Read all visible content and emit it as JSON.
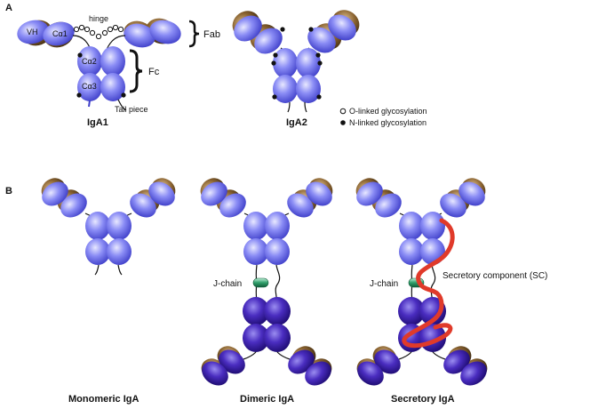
{
  "panels": {
    "a": "A",
    "b": "B"
  },
  "panel_a": {
    "domains": {
      "vh": "VH",
      "ca1": "Cα1",
      "ca2": "Cα2",
      "ca3": "Cα3"
    },
    "hinge": "hinge",
    "fab": "Fab",
    "fc": "Fc",
    "tail_piece": "Tail piece",
    "iga1": "IgA1",
    "iga2": "IgA2",
    "legend": {
      "o_linked": "O-linked glycosylation",
      "n_linked": "N-linked glycosylation"
    }
  },
  "panel_b": {
    "monomeric": "Monomeric IgA",
    "dimeric": "Dimeric IgA",
    "secretory": "Secretory IgA",
    "j_chain_dimeric": "J-chain",
    "j_chain_secretory": "J-chain",
    "secretory_component": "Secretory component (SC)"
  },
  "colors": {
    "light_domain": "#7b7df0",
    "dark_domain": "#3a1fb0",
    "light_chain_brown": "#6b4a1e",
    "secretory_component": "#e03a2a",
    "j_chain": "#2f9e6a"
  }
}
